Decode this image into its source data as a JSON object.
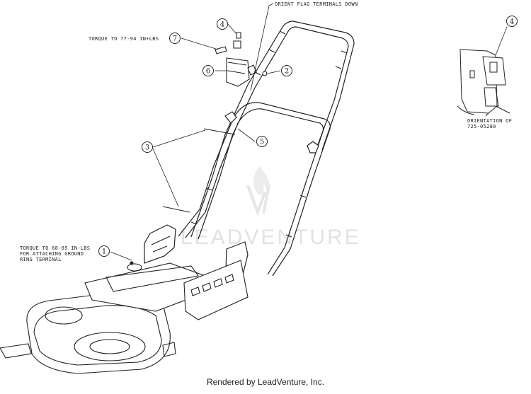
{
  "notes": {
    "orient_flag": "ORIENT FLAG TERMINALS DOWN",
    "torque_top": "TORQUE TO 77-94 IN•LBS",
    "torque_bottom_1": "TORQUE TO 68-85 IN-LBS",
    "torque_bottom_2": "FOR ATTACHING GROUND",
    "torque_bottom_3": "RING TERMINAL",
    "orientation_1": "ORIENTATION OF",
    "orientation_2": "725-05280"
  },
  "callouts": [
    {
      "id": "1",
      "label": "1"
    },
    {
      "id": "2",
      "label": "2"
    },
    {
      "id": "3",
      "label": "3"
    },
    {
      "id": "4",
      "label": "4"
    },
    {
      "id": "4b",
      "label": "4"
    },
    {
      "id": "5",
      "label": "5"
    },
    {
      "id": "6",
      "label": "6"
    },
    {
      "id": "7",
      "label": "7"
    }
  ],
  "watermark": {
    "text": "LEADVENTURE"
  },
  "footer": {
    "text": "Rendered by LeadVenture, Inc."
  },
  "colors": {
    "line": "#222222",
    "watermark": "#e2e2e2"
  }
}
